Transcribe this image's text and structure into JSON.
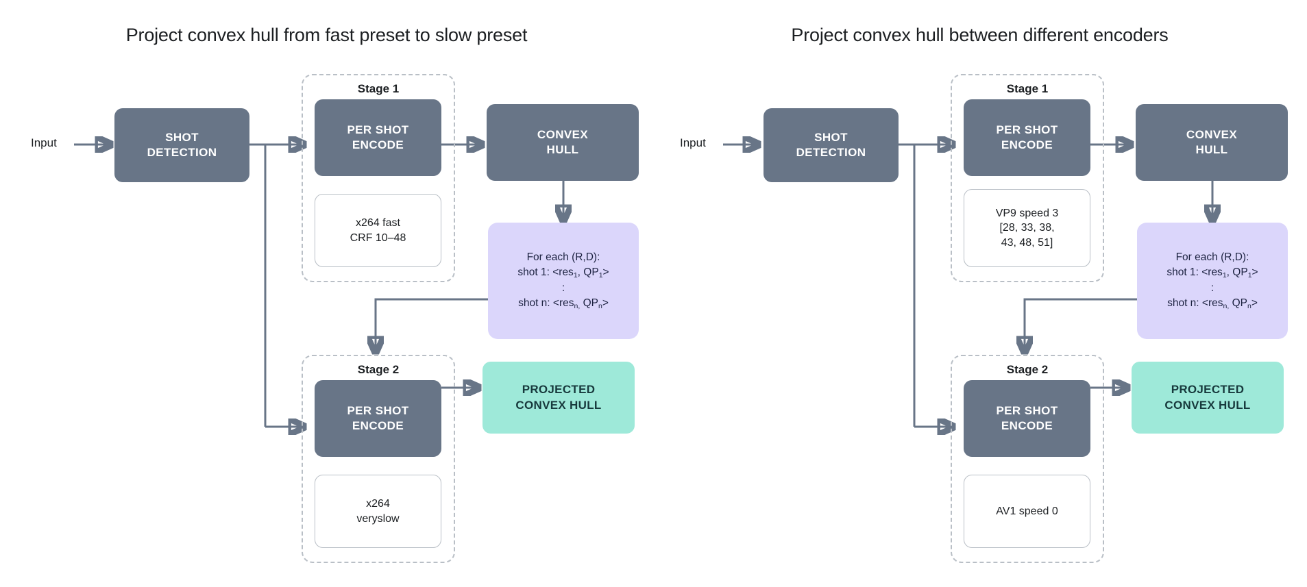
{
  "figure": {
    "background": "#ffffff",
    "node_fill_dark": "#687587",
    "node_fill_teal": "#9ee9d9",
    "node_fill_purple": "#dbd6fb",
    "wire_color": "#687587",
    "dashed_border_color": "#b9bfc6"
  },
  "panels": [
    {
      "id": "left",
      "title": "Project convex hull from fast preset to slow preset",
      "input_label": "Input",
      "shot_detection": "SHOT\nDETECTION",
      "stage1": {
        "label": "Stage 1",
        "encode": "PER SHOT\nENCODE",
        "config": "x264 fast\nCRF 10–48"
      },
      "convex_hull": "CONVEX\nHULL",
      "rd_box": {
        "line1": "For each (R,D):",
        "line2_prefix": "shot 1: <res",
        "line2_sub1": "1",
        "line2_mid": ", QP",
        "line2_sub2": "1",
        "line2_suffix": ">",
        "line3": ":",
        "line4_prefix": "shot n: <res",
        "line4_sub1": "n,",
        "line4_mid": " QP",
        "line4_sub2": "n",
        "line4_suffix": ">"
      },
      "stage2": {
        "label": "Stage 2",
        "encode": "PER SHOT\nENCODE",
        "config": "x264\nveryslow"
      },
      "projected": "PROJECTED\nCONVEX HULL"
    },
    {
      "id": "right",
      "title": "Project convex hull between different encoders",
      "input_label": "Input",
      "shot_detection": "SHOT\nDETECTION",
      "stage1": {
        "label": "Stage 1",
        "encode": "PER SHOT\nENCODE",
        "config": "VP9 speed 3\n[28, 33, 38,\n43, 48, 51]"
      },
      "convex_hull": "CONVEX\nHULL",
      "rd_box": {
        "line1": "For each (R,D):",
        "line2_prefix": "shot 1: <res",
        "line2_sub1": "1",
        "line2_mid": ", QP",
        "line2_sub2": "1",
        "line2_suffix": ">",
        "line3": ":",
        "line4_prefix": "shot n: <res",
        "line4_sub1": "n,",
        "line4_mid": " QP",
        "line4_sub2": "n",
        "line4_suffix": ">"
      },
      "stage2": {
        "label": "Stage 2",
        "encode": "PER SHOT\nENCODE",
        "config": "AV1 speed 0"
      },
      "projected": "PROJECTED\nCONVEX HULL"
    }
  ]
}
